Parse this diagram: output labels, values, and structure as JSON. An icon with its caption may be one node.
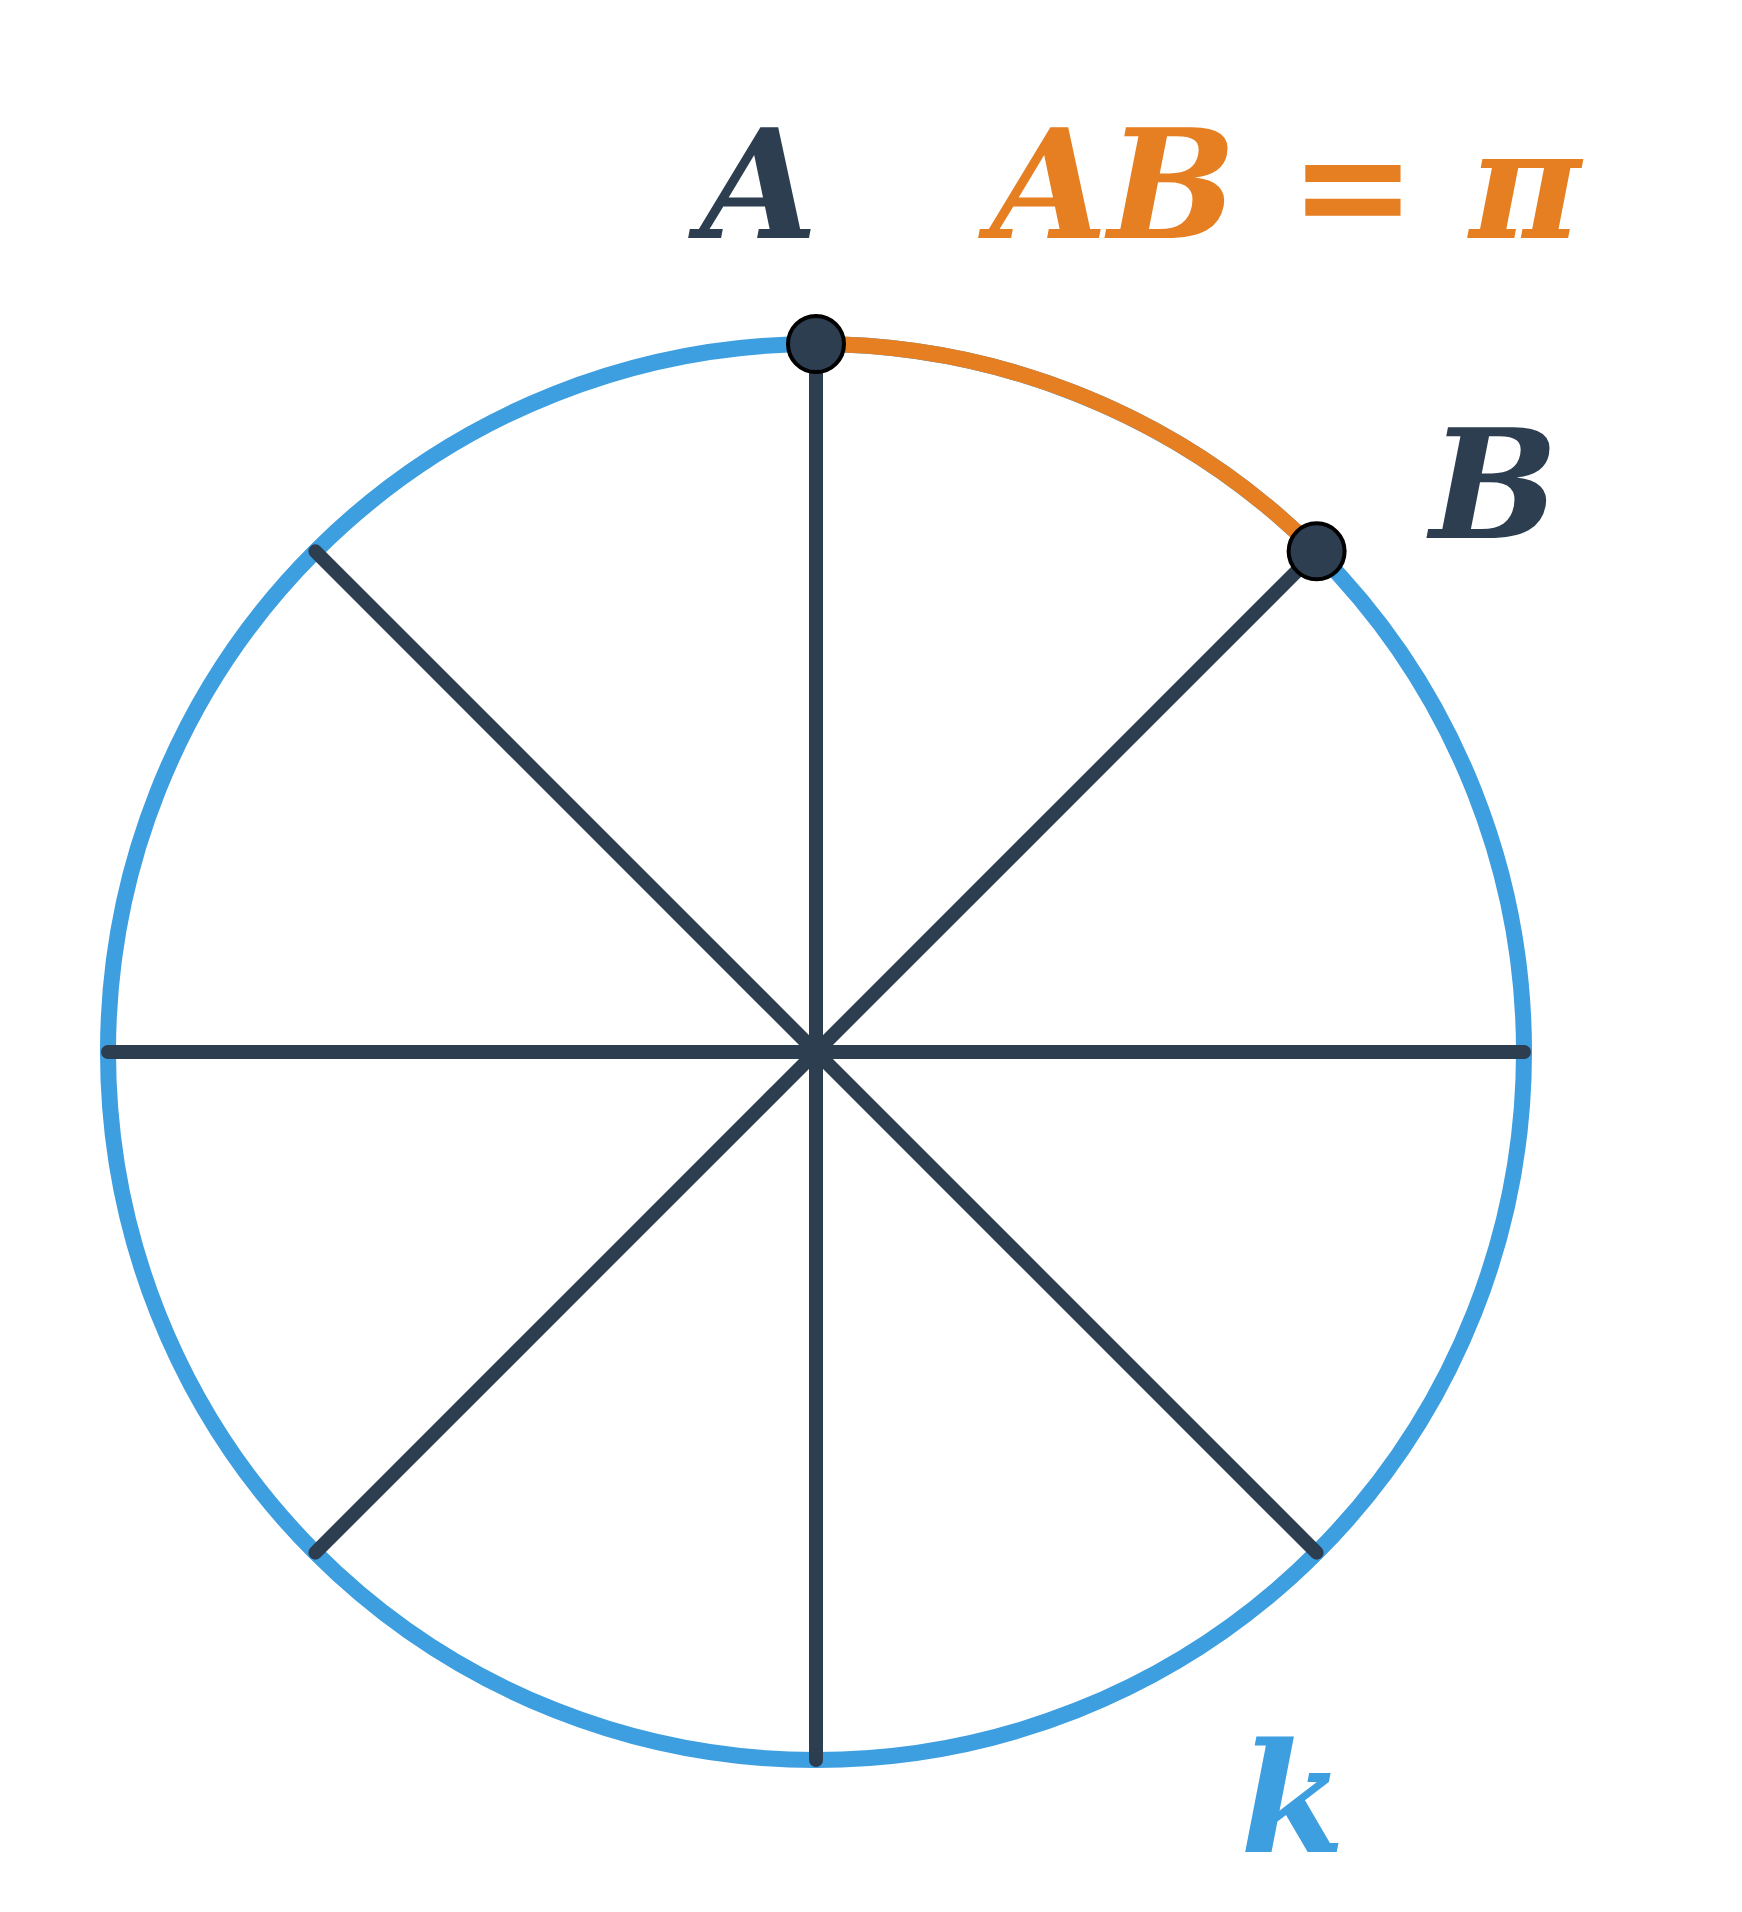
{
  "diagram": {
    "labels": [
      "A",
      "AB = π",
      "B",
      "k"
    ]
  }
}
